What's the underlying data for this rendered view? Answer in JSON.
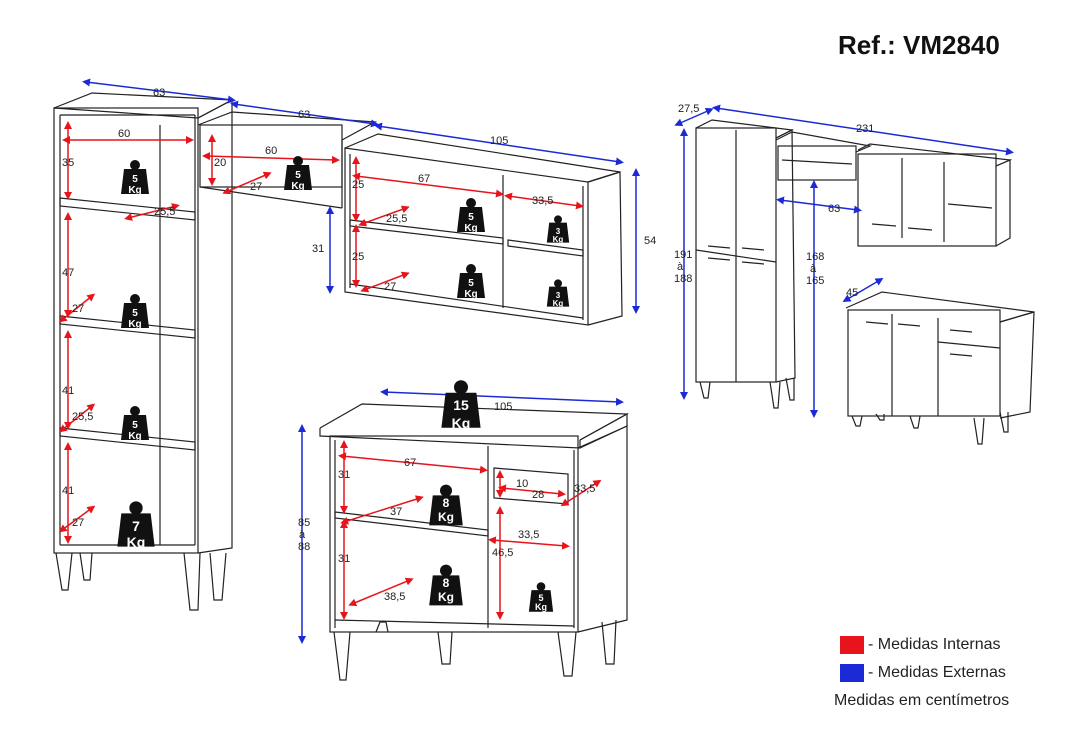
{
  "reference": "Ref.: VM2840",
  "colors": {
    "internal": "#e8141b",
    "external": "#1b2ad6",
    "line": "#222222"
  },
  "legend": {
    "internal_label": "- Medidas Internas",
    "external_label": "- Medidas Externas",
    "units_note": "Medidas em centímetros"
  },
  "dimensions": {
    "tall_width_top": "63",
    "tall_inner_width": "60",
    "tall_shelf1_h": "35",
    "tall_depth1": "25,5",
    "tall_shelf2_h": "47",
    "tall_depth2": "27",
    "tall_shelf3_h": "41",
    "tall_depth3": "25,5",
    "tall_shelf4_h": "41",
    "tall_depth4": "27",
    "mid_width_top": "63",
    "mid_inner_width": "60",
    "mid_inner_h": "20",
    "mid_depth": "27",
    "mid_gap": "31",
    "wall_width_top": "105",
    "wall_height": "54",
    "wall_inner_width": "67",
    "wall_side_width": "33,5",
    "wall_shelf1_h": "25",
    "wall_depth1": "25,5",
    "wall_shelf2_h": "25",
    "wall_depth2": "27",
    "base_width_top": "105",
    "base_height_top": "85",
    "base_height_a": "à",
    "base_height_bottom": "88",
    "base_inner_width": "67",
    "base_shelf1_h": "31",
    "base_depth1": "37",
    "base_shelf2_h": "31",
    "base_depth2": "38,5",
    "drawer_h": "10",
    "drawer_w": "28",
    "drawer_d": "33,5",
    "base_right_d": "33,5",
    "base_right_h": "46,5",
    "over_depth": "27,5",
    "over_width": "231",
    "over_height_top": "191",
    "over_height_a": "à",
    "over_height_bottom": "188",
    "over_mid_depth": "63",
    "over_mid_h_top": "168",
    "over_mid_h_a": "à",
    "over_mid_h_bottom": "165",
    "over_base_depth": "45"
  },
  "weights": {
    "tall_1": [
      "5",
      "Kg"
    ],
    "tall_2": [
      "5",
      "Kg"
    ],
    "tall_3": [
      "5",
      "Kg"
    ],
    "tall_4": [
      "7",
      "Kg"
    ],
    "mid_1": [
      "5",
      "Kg"
    ],
    "wall_1": [
      "5",
      "Kg"
    ],
    "wall_2": [
      "5",
      "Kg"
    ],
    "wall_side_1": [
      "3",
      "Kg"
    ],
    "wall_side_2": [
      "3",
      "Kg"
    ],
    "base_top": [
      "15",
      "Kg"
    ],
    "base_1": [
      "8",
      "Kg"
    ],
    "base_2": [
      "8",
      "Kg"
    ],
    "base_side": [
      "5",
      "Kg"
    ]
  }
}
